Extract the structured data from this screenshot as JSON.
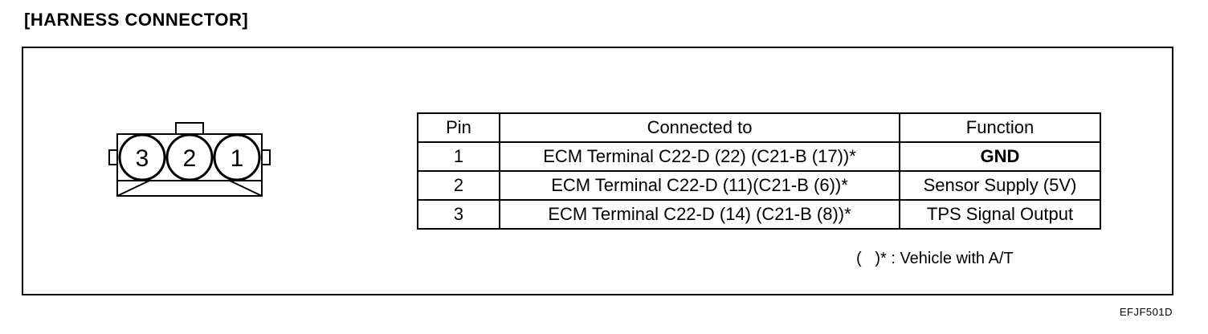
{
  "title": "[HARNESS CONNECTOR]",
  "connector": {
    "pins": [
      "3",
      "2",
      "1"
    ]
  },
  "table": {
    "headers": {
      "pin": "Pin",
      "connected_to": "Connected to",
      "function": "Function"
    },
    "rows": [
      {
        "pin": "1",
        "connected_to": "ECM Terminal C22-D (22) (C21-B (17))*",
        "function": "GND"
      },
      {
        "pin": "2",
        "connected_to": "ECM Terminal C22-D (11)(C21-B (6))*",
        "function": "Sensor Supply (5V)"
      },
      {
        "pin": "3",
        "connected_to": "ECM Terminal C22-D (14) (C21-B (8))*",
        "function": "TPS Signal Output"
      }
    ]
  },
  "note": "(   )* : Vehicle with A/T",
  "figure_code": "EFJF501D"
}
